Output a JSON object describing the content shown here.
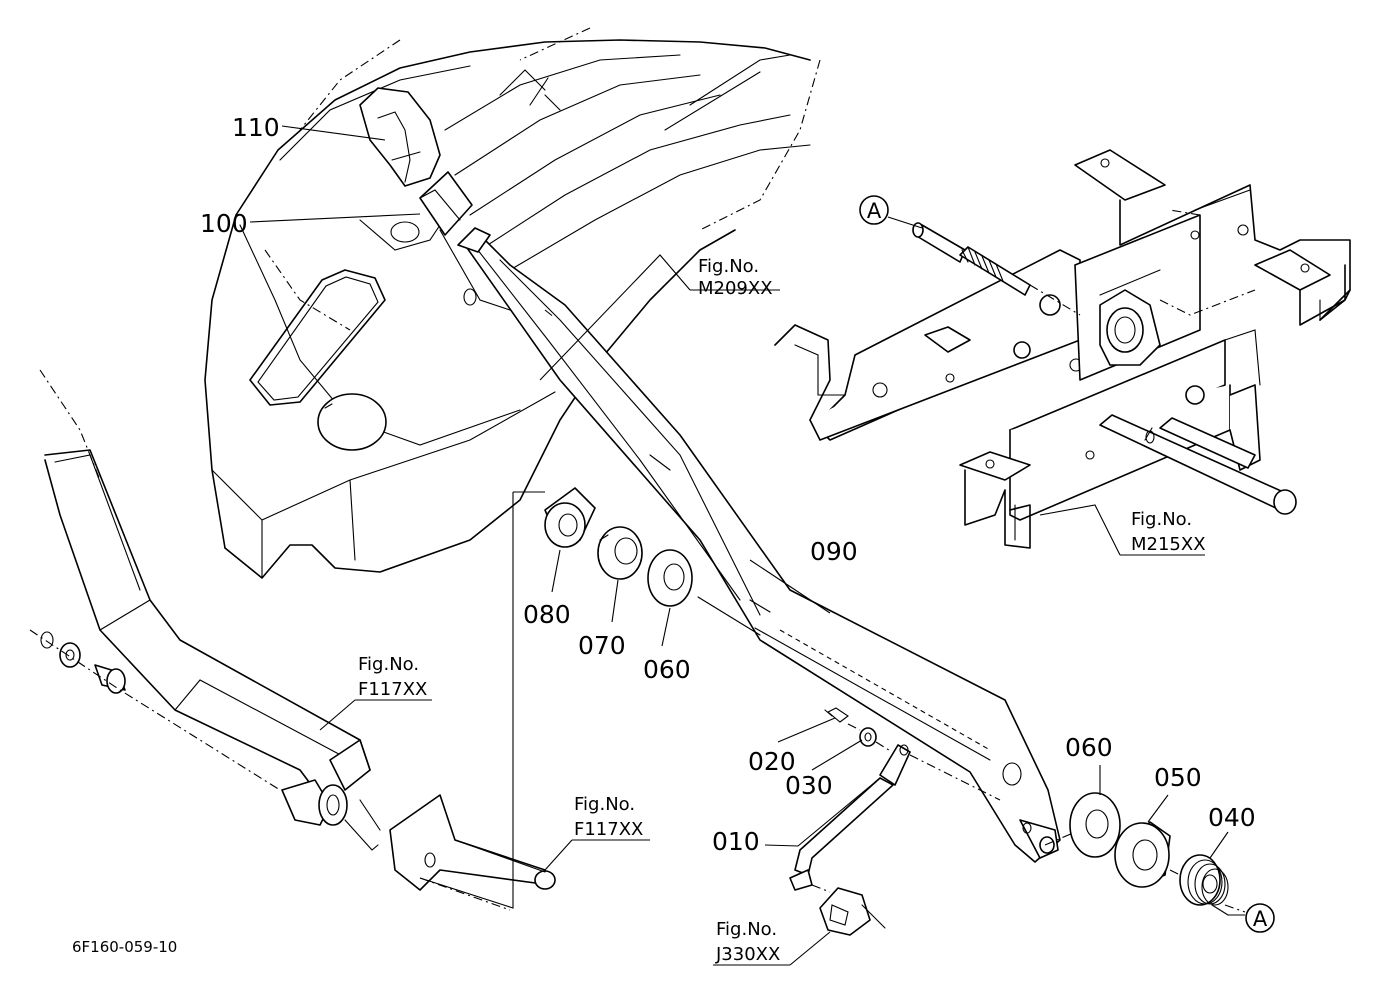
{
  "diagram_code": "6F160-059-10",
  "part_numbers": {
    "p010": "010",
    "p020": "020",
    "p030": "030",
    "p040": "040",
    "p050": "050",
    "p060a": "060",
    "p060b": "060",
    "p070": "070",
    "p080": "080",
    "p090": "090",
    "p100": "100",
    "p110": "110"
  },
  "figure_refs": {
    "m209": {
      "label": "Fig.No.",
      "code": "M209XX"
    },
    "m215": {
      "label": "Fig.No.",
      "code": "M215XX"
    },
    "f117a": {
      "label": "Fig.No.",
      "code": "F117XX"
    },
    "f117b": {
      "label": "Fig.No.",
      "code": "F117XX"
    },
    "j330": {
      "label": "Fig.No.",
      "code": "J330XX"
    }
  },
  "connection_markers": {
    "a1": "A",
    "a2": "A"
  }
}
